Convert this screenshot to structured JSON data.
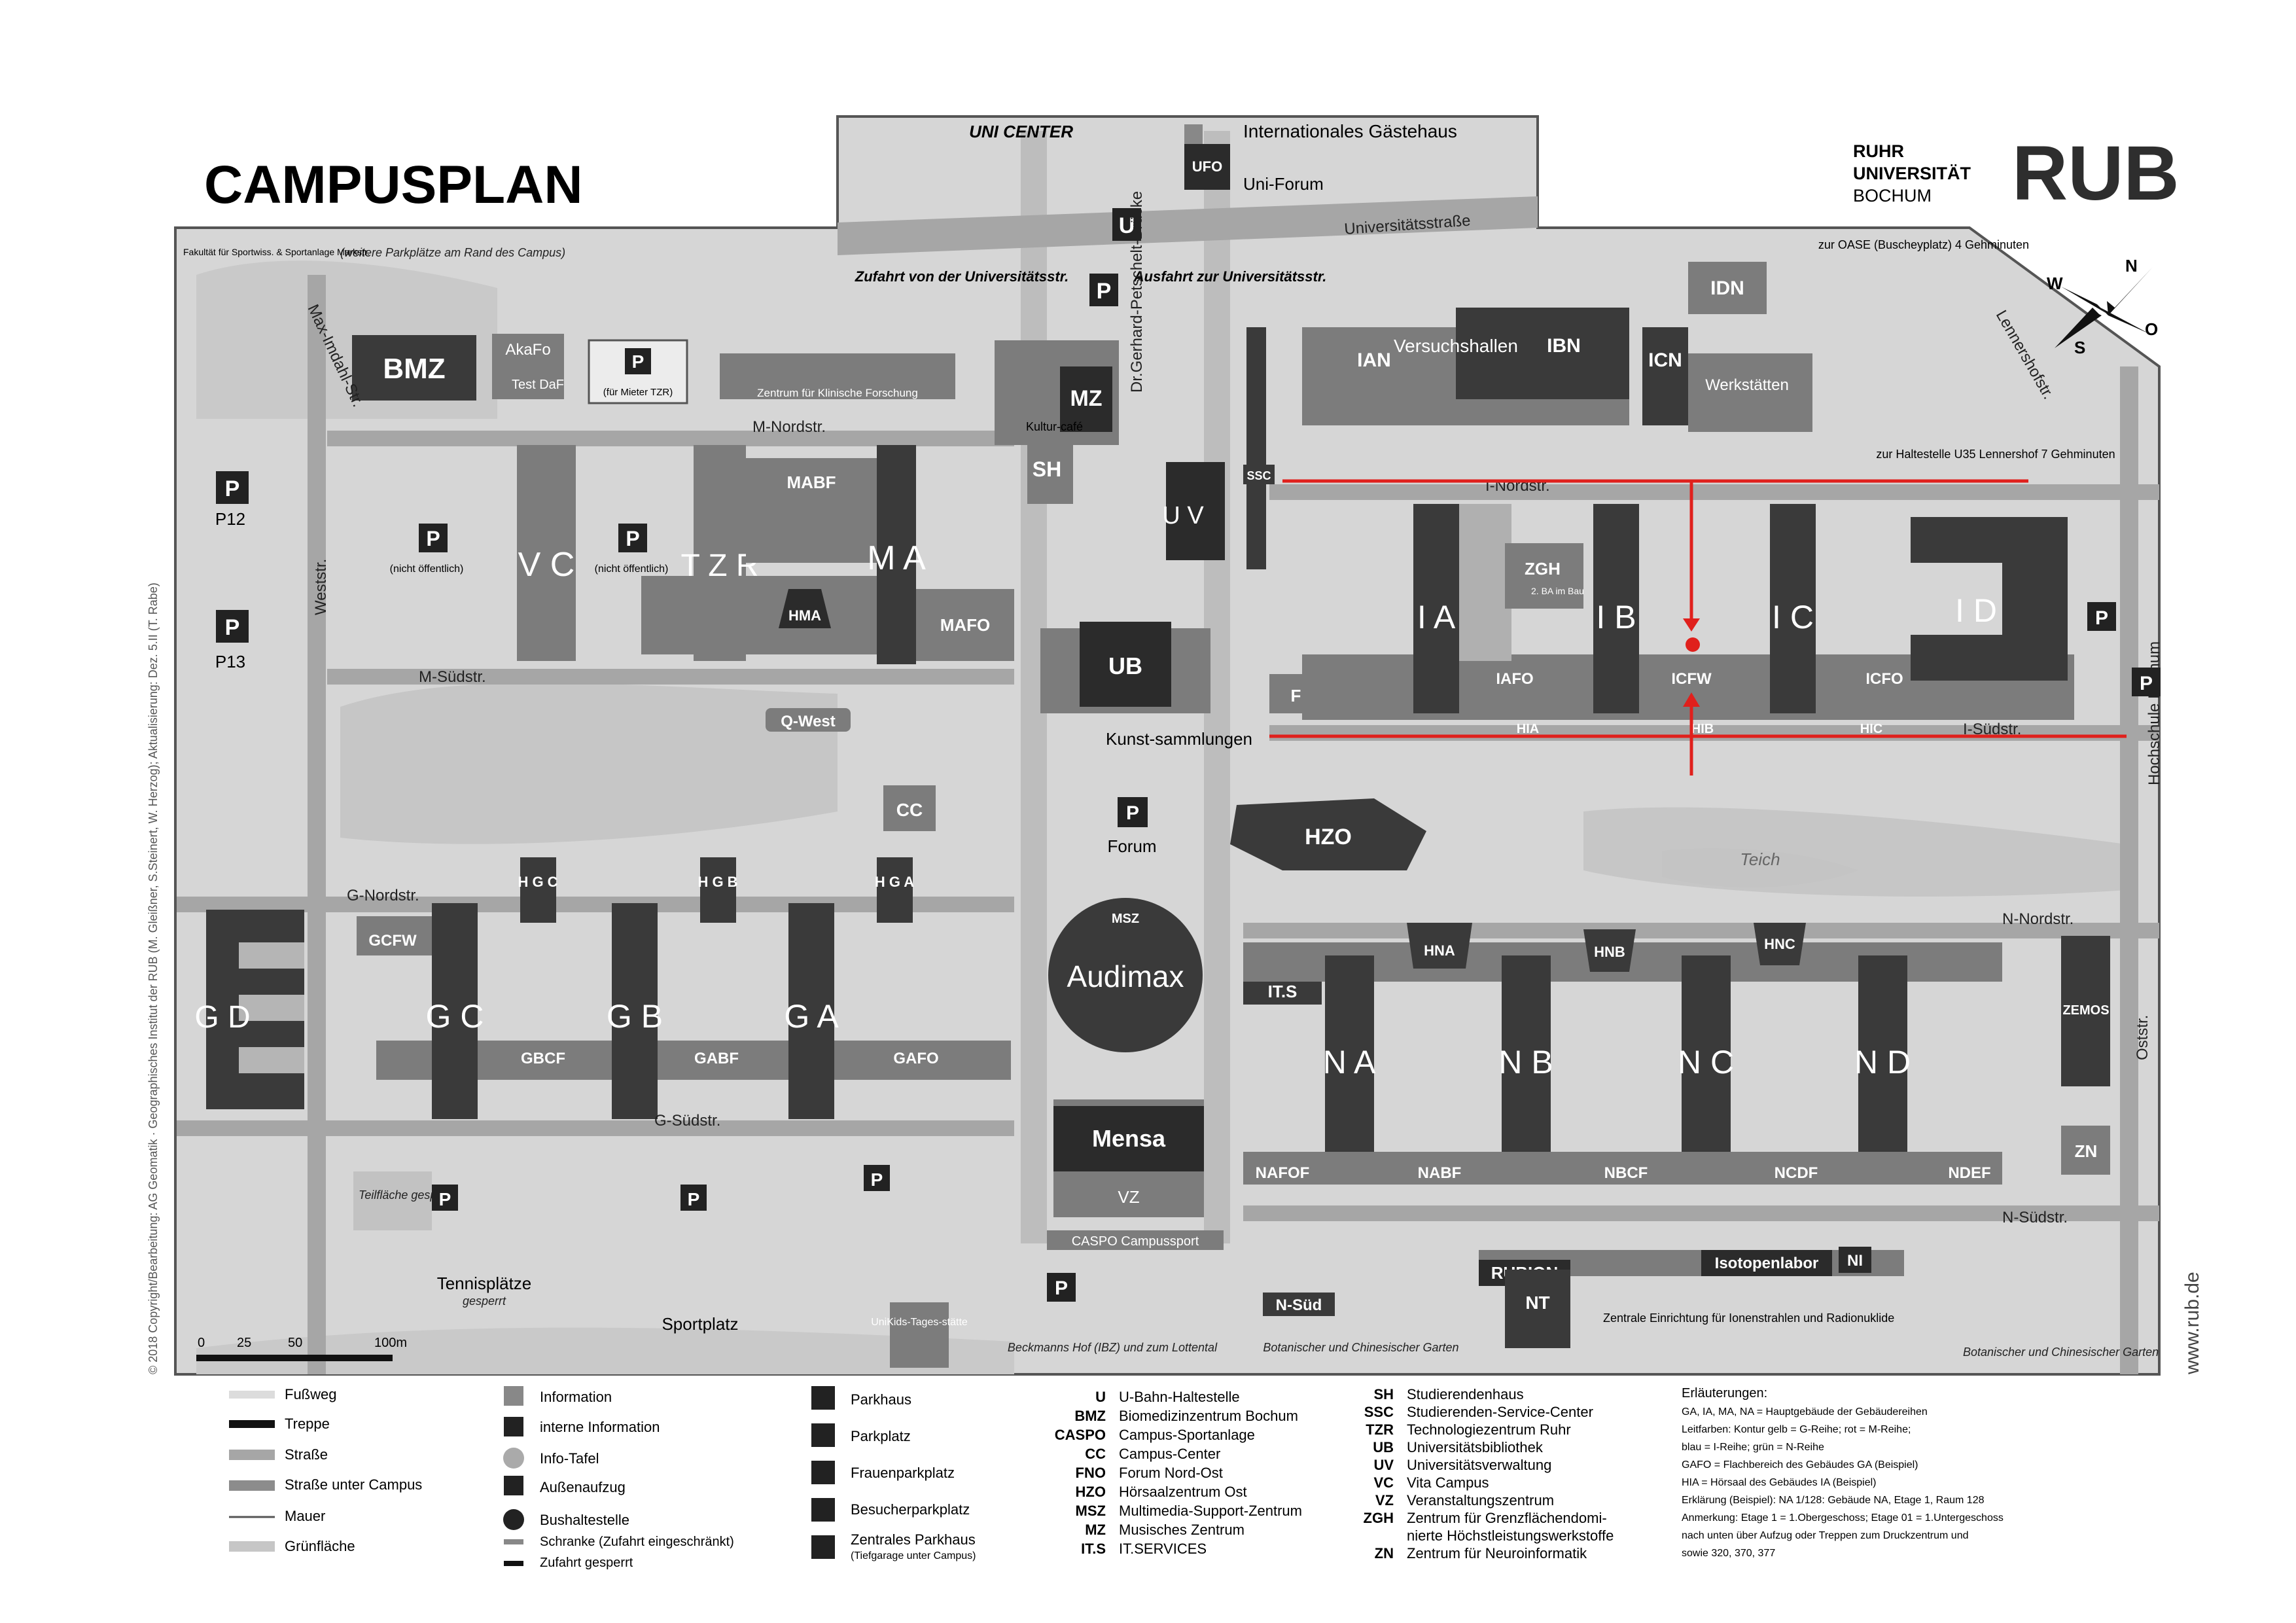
{
  "header": {
    "title": "CAMPUSPLAN",
    "uni_line1": "RUHR",
    "uni_line2": "UNIVERSITÄT",
    "uni_line3": "BOCHUM",
    "logo": "RUB"
  },
  "compass": {
    "n": "N",
    "o": "O",
    "s": "S",
    "w": "W"
  },
  "copyright": "© 2018 Copyright/Bearbeitung: AG Geomatik · Geographisches Institut der RUB (M. Gleißner, S.Steinert, W. Herzog); Aktualisierung: Dez. 5.II (T. Rabe)",
  "website": "www.rub.de",
  "buildings": {
    "bmz": "BMZ",
    "akafo": "AkaFo",
    "testdaf": "Test DaF",
    "vc": "V C",
    "tzr": "T Z R",
    "mabf": "MABF",
    "ma": "M A",
    "hma": "HMA",
    "mafo": "MAFO",
    "mz": "MZ",
    "sh": "SH",
    "uv": "U V",
    "ssc": "SSC",
    "ub": "UB",
    "fno": "FNO",
    "kunstsammlungen": "Kunst-sammlungen",
    "forum": "Forum",
    "qwest": "Q-West",
    "cc": "CC",
    "ian": "IAN",
    "versuchshallen": "Versuchshallen",
    "ibn": "IBN",
    "icn": "ICN",
    "werkstaetten": "Werkstätten",
    "idn": "IDN",
    "ia": "I A",
    "ib": "I B",
    "ic": "I C",
    "id": "I D",
    "iafo": "IAFO",
    "icfw": "ICFW",
    "icfo": "ICFO",
    "hia": "HIA",
    "hib": "HIB",
    "hic": "HIC",
    "zgh": "ZGH",
    "zgh_note": "2. BA im Bau",
    "hzo": "HZO",
    "teich": "Teich",
    "msz": "MSZ",
    "audimax": "Audimax",
    "its": "IT.S",
    "hga": "H G A",
    "hgb": "H G B",
    "hgc": "H G C",
    "gd": "G D",
    "gc": "G C",
    "gb": "G B",
    "ga": "G A",
    "gcfw": "GCFW",
    "gbcf": "GBCF",
    "gabf": "GABF",
    "gafo": "GAFO",
    "hna": "HNA",
    "hnb": "HNB",
    "hnc": "HNC",
    "na": "N A",
    "nb": "N B",
    "nc": "N C",
    "nd": "N D",
    "nafof": "NAFOF",
    "nabf": "NABF",
    "nbcf": "NBCF",
    "ncdf": "NCDF",
    "ndef": "NDEF",
    "zemos": "ZEMOS",
    "zn": "ZN",
    "mensa": "Mensa",
    "vz": "VZ",
    "caspo": "CASPO Campussport",
    "rubion": "RUBION",
    "isotopenlabor": "Isotopenlabor",
    "ni": "NI",
    "nt": "NT",
    "nsued": "N-Süd",
    "unikids": "UniKids-Tages-stätte",
    "unicenter": "UNI CENTER",
    "ufo": "UFO",
    "uniforum": "Uni-Forum",
    "gaestehaus": "Internationales Gästehaus",
    "kulturcafe": "Kultur-café",
    "zkf": "Zentrum für Klinische Forschung"
  },
  "streets": {
    "universitaetsstrasse": "Universitätsstraße",
    "m_nord": "M-Nordstr.",
    "m_sued": "M-Südstr.",
    "g_nord": "G-Nordstr.",
    "g_sued": "G-Südstr.",
    "i_nord": "I-Nordstr.",
    "i_sued": "I-Südstr.",
    "n_nord": "N-Nordstr.",
    "n_sued": "N-Südstr.",
    "weststr": "Weststr.",
    "oststr": "Oststr.",
    "max_imdahl": "Max-Imdahl-Str.",
    "lennershofstr": "Lennershofstr.",
    "brueckenname": "Dr.Gerhard-Petschelt-Brücke"
  },
  "places": {
    "p12": "P12",
    "p13": "P13",
    "nicht_oeffentlich": "(nicht öffentlich)",
    "fuer_mieter": "(für Mieter TZR)",
    "weitere_parkplaetze": "(weitere Parkplätze am Rand des Campus)",
    "fakultaet_sport": "Fakultät für Sportwiss. & Sportanlage Markstr.",
    "zufahrt": "Zufahrt von der Universitätsstr.",
    "ausfahrt": "Ausfahrt zur Universitätsstr.",
    "oase": "zur OASE (Buscheyplatz) 4 Gehminuten",
    "haltestelle": "zur Haltestelle U35 Lennershof 7 Gehminuten",
    "hochschule": "Hochschule Bochum",
    "tennis": "Tennisplätze",
    "gesperrt": "gesperrt",
    "teilflaeche": "Teilfläche gesperrt",
    "sportplatz": "Sportplatz",
    "beckmanns": "Beckmanns Hof (IBZ) und zum Lottental",
    "botanischer1": "Botanischer und Chinesischer Garten",
    "botanischer2": "Botanischer und Chinesischer Garten",
    "zentrale": "Zentrale Einrichtung für Ionenstrahlen und Radionuklide"
  },
  "scale": {
    "s0": "0",
    "s25": "25",
    "s50": "50",
    "s100": "100m"
  },
  "legend_col1": [
    "Fußweg",
    "Treppe",
    "Straße",
    "Straße unter Campus",
    "Mauer",
    "Grünfläche"
  ],
  "legend_col2": [
    "Information",
    "interne Information",
    "Info-Tafel",
    "Außenaufzug",
    "Bushaltestelle",
    "Schranke (Zufahrt eingeschränkt)",
    "Zufahrt gesperrt"
  ],
  "legend_col3": [
    "Parkhaus",
    "Parkplatz",
    "Frauenparkplatz",
    "Besucherparkplatz",
    "Zentrales Parkhaus",
    "(Tiefgarage unter Campus)"
  ],
  "legend_col4": [
    {
      "abbr": "U",
      "text": "U-Bahn-Haltestelle"
    },
    {
      "abbr": "BMZ",
      "text": "Biomedizinzentrum Bochum"
    },
    {
      "abbr": "CASPO",
      "text": "Campus-Sportanlage"
    },
    {
      "abbr": "CC",
      "text": "Campus-Center"
    },
    {
      "abbr": "FNO",
      "text": "Forum Nord-Ost"
    },
    {
      "abbr": "HZO",
      "text": "Hörsaalzentrum Ost"
    },
    {
      "abbr": "MSZ",
      "text": "Multimedia-Support-Zentrum"
    },
    {
      "abbr": "MZ",
      "text": "Musisches Zentrum"
    },
    {
      "abbr": "IT.S",
      "text": "IT.SERVICES"
    }
  ],
  "legend_col5": [
    {
      "abbr": "SH",
      "text": "Studierendenhaus"
    },
    {
      "abbr": "SSC",
      "text": "Studierenden-Service-Center"
    },
    {
      "abbr": "TZR",
      "text": "Technologiezentrum Ruhr"
    },
    {
      "abbr": "UB",
      "text": "Universitätsbibliothek"
    },
    {
      "abbr": "UV",
      "text": "Universitätsverwaltung"
    },
    {
      "abbr": "VC",
      "text": "Vita Campus"
    },
    {
      "abbr": "VZ",
      "text": "Veranstaltungszentrum"
    },
    {
      "abbr": "ZGH",
      "text": "Zentrum für Grenzflächendomi-"
    },
    {
      "abbr": "",
      "text": "nierte Höchstleistungswerkstoffe"
    },
    {
      "abbr": "ZN",
      "text": "Zentrum für Neuroinformatik"
    }
  ],
  "legend_col6": [
    "Erläuterungen:",
    "GA, IA, MA, NA = Hauptgebäude der Gebäudereihen",
    "Leitfarben: Kontur gelb = G-Reihe; rot = M-Reihe;",
    "blau = I-Reihe; grün = N-Reihe",
    "GAFO = Flachbereich des Gebäudes GA (Beispiel)",
    "HIA = Hörsaal des Gebäudes IA (Beispiel)",
    "Erklärung (Beispiel): NA 1/128: Gebäude NA, Etage 1, Raum 128",
    "Anmerkung: Etage 1 = 1.Obergeschoss; Etage 01 = 1.Untergeschoss",
    "nach unten über Aufzug oder Treppen zum Druckzentrum und",
    "sowie 320, 370, 377"
  ],
  "colors": {
    "dark": "#3a3a3a",
    "mid": "#7c7c7c",
    "light": "#b5b5b5",
    "ground": "#d6d6d6",
    "route": "#e0201c"
  }
}
